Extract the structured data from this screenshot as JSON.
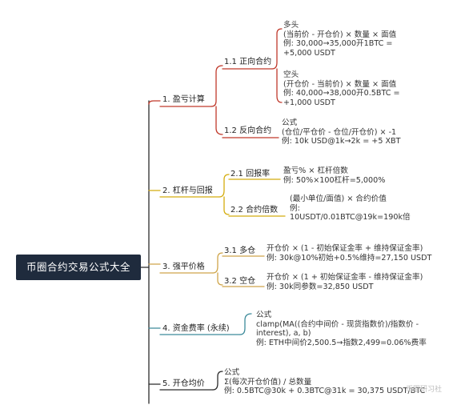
{
  "root": "币圈合约交易公式大全",
  "colors": {
    "root_bg": "#1f2b3d",
    "branch1": "#c0392b",
    "branch2": "#d4ac0d",
    "branch3": "#cfa54a",
    "branch4": "#3c8a9a",
    "branch5": "#2b2b2b",
    "trunk": "#2b2b2b"
  },
  "branches": [
    {
      "label": "1. 盈亏计算",
      "children": [
        {
          "label": "1.1 正向合约",
          "notes": [
            {
              "lines": [
                "多头",
                "(当前价 - 开仓价) × 数量 × 面值",
                "例: 30,000→35,000开1BTC =",
                "+5,000 USDT"
              ]
            },
            {
              "lines": [
                "空头",
                "(开仓价 - 当前价) × 数量 × 面值",
                "例: 40,000→38,000开0.5BTC =",
                "+1,000 USDT"
              ]
            }
          ]
        },
        {
          "label": "1.2 反向合约",
          "notes": [
            {
              "lines": [
                "公式",
                "(仓位/平仓价 - 仓位/开仓价) × -1",
                "例: 10k USD@1k→2k = +5 XBT"
              ]
            }
          ]
        }
      ]
    },
    {
      "label": "2. 杠杆与回报",
      "children": [
        {
          "label": "2.1 回报率",
          "notes": [
            {
              "lines": [
                "盈亏% × 杠杆倍数",
                "例: 50%×100杠杆=5,000%"
              ]
            }
          ]
        },
        {
          "label": "2.2 合约倍数",
          "notes": [
            {
              "lines": [
                "(最小单位/面值) × 合约价值",
                "例:",
                "10USDT/0.01BTC@19k=190k倍"
              ]
            }
          ]
        }
      ]
    },
    {
      "label": "3. 强平价格",
      "children": [
        {
          "label": "3.1 多仓",
          "notes": [
            {
              "lines": [
                "开仓价 × (1 - 初始保证金率 + 维持保证金率)",
                "例: 30k@10%初始+0.5%维持=27,150 USDT"
              ]
            }
          ]
        },
        {
          "label": "3.2 空仓",
          "notes": [
            {
              "lines": [
                "开仓价 × (1 + 初始保证金率 - 维持保证金率)",
                "例: 30k同参数=32,850 USDT"
              ]
            }
          ]
        }
      ]
    },
    {
      "label": "4. 资金费率 (永续)",
      "notes": [
        {
          "lines": [
            "公式",
            "clamp(MA((合约中间价 - 现货指数价)/指数价 -",
            "interest), a, b)",
            "例: ETH中间价2,500.5→指数2,499=0.06%费率"
          ]
        }
      ]
    },
    {
      "label": "5. 开仓均价",
      "notes": [
        {
          "lines": [
            "公式",
            "Σ(每次开仓价值) / 总数量",
            "例: 0.5BTC@30k + 0.3BTC@31k = 30,375 USDT/BTC"
          ]
        }
      ]
    }
  ],
  "watermark": "币圈研习社"
}
